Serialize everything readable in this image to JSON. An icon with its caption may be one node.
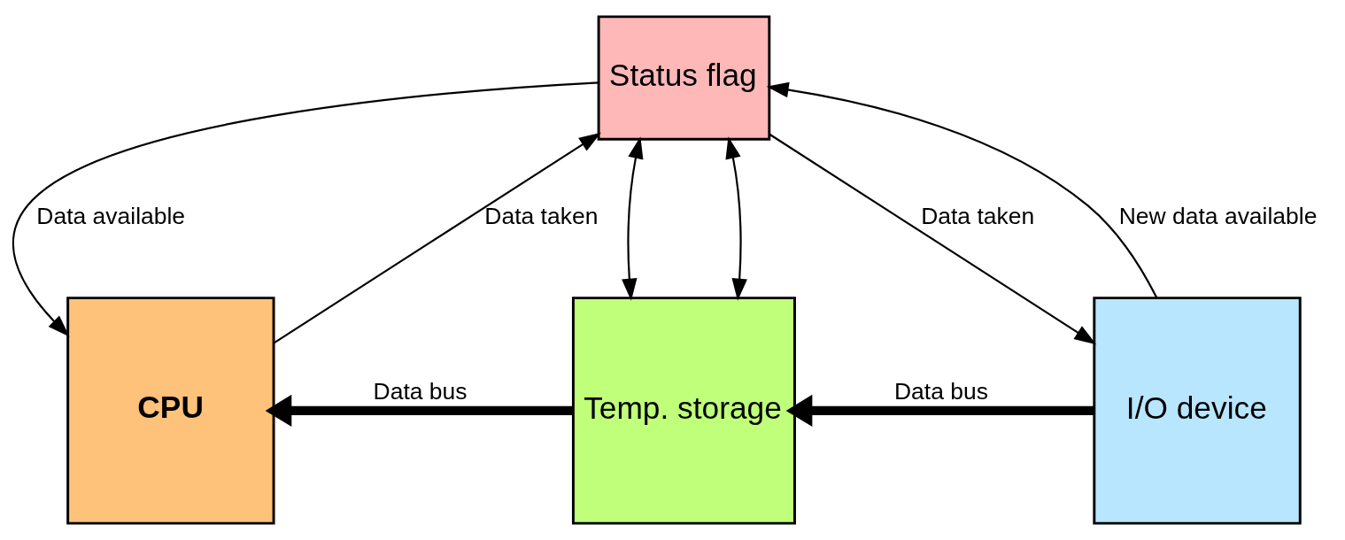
{
  "diagram": {
    "nodes": [
      {
        "text": [
          "Status flag"
        ]
      },
      {
        "text": [
          "CPU"
        ]
      },
      {
        "text": [
          "Temp. storage"
        ]
      },
      {
        "text": [
          "I/O device"
        ]
      }
    ],
    "edges": [
      {
        "from": 0,
        "to": 1,
        "arrow": "to",
        "label": "Data available"
      },
      {
        "from": 0,
        "to": 3,
        "arrow": "to",
        "label": "Data taken"
      },
      {
        "from": 1,
        "to": 0,
        "arrow": "to",
        "label": "Data taken"
      },
      {
        "from": 3,
        "to": 0,
        "arrow": "to",
        "label": "New data available"
      },
      {
        "from": 0,
        "to": 2,
        "arrow": "both"
      },
      {
        "from": 0,
        "to": 2,
        "arrow": "both"
      },
      {
        "from": 2,
        "to": 1,
        "arrow": "to",
        "label": "Data bus",
        "style": "thick"
      },
      {
        "from": 3,
        "to": 2,
        "arrow": "to",
        "label": "Data bus",
        "style": "thick"
      }
    ]
  }
}
